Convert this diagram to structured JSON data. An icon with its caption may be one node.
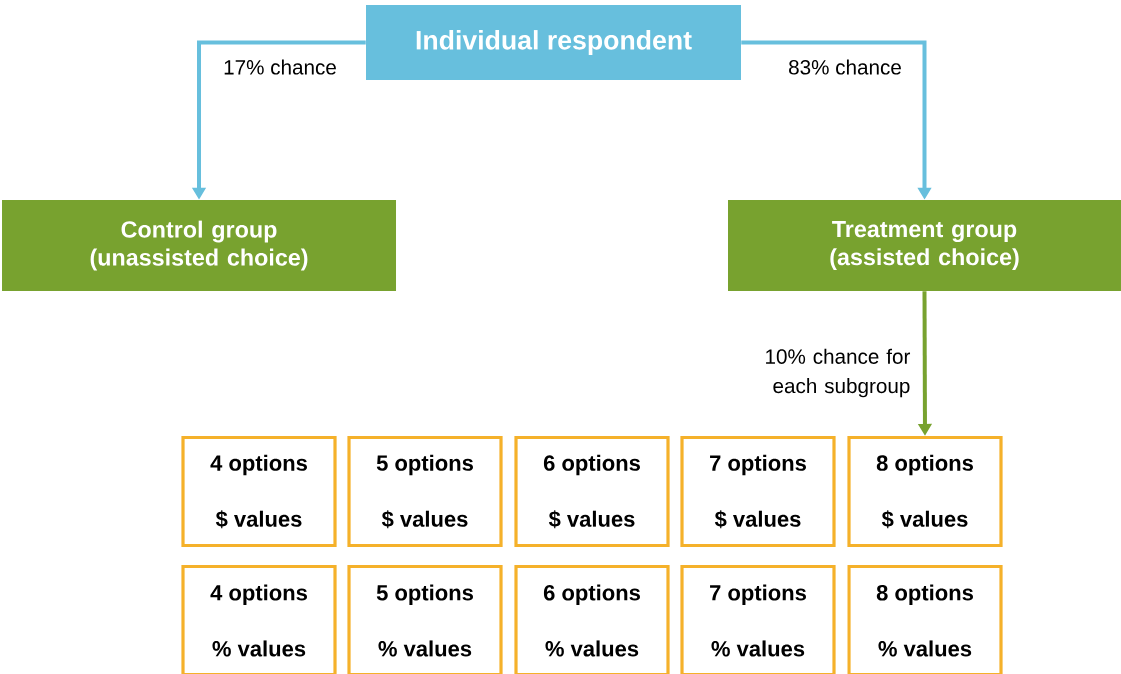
{
  "diagram": {
    "nodes": [
      {
        "text": [
          "Individual respondent"
        ]
      },
      {
        "text": [
          "Control group (unassisted choice)"
        ]
      },
      {
        "text": [
          "Treatment group (assisted choice)"
        ]
      },
      {
        "text": [
          "4 options",
          "$ values"
        ]
      },
      {
        "text": [
          "5 options",
          "$ values"
        ]
      },
      {
        "text": [
          "6 options",
          "$ values"
        ]
      },
      {
        "text": [
          "7 options",
          "$ values"
        ]
      },
      {
        "text": [
          "8 options",
          "$ values"
        ]
      },
      {
        "text": [
          "4 options",
          "% values"
        ]
      },
      {
        "text": [
          "5 options",
          "% values"
        ]
      },
      {
        "text": [
          "6 options",
          "% values"
        ]
      },
      {
        "text": [
          "7 options",
          "% values"
        ]
      },
      {
        "text": [
          "8 options",
          "% values"
        ]
      }
    ],
    "edges": [
      {
        "from": 0,
        "to": 1,
        "arrow": "to",
        "label": "17% chance"
      },
      {
        "from": 0,
        "to": 2,
        "arrow": "to",
        "label": "83% chance"
      },
      {
        "from": 2,
        "to": 7,
        "arrow": "to",
        "label": "10% chance for each subgroup",
        "color": "#78a22f"
      }
    ]
  }
}
